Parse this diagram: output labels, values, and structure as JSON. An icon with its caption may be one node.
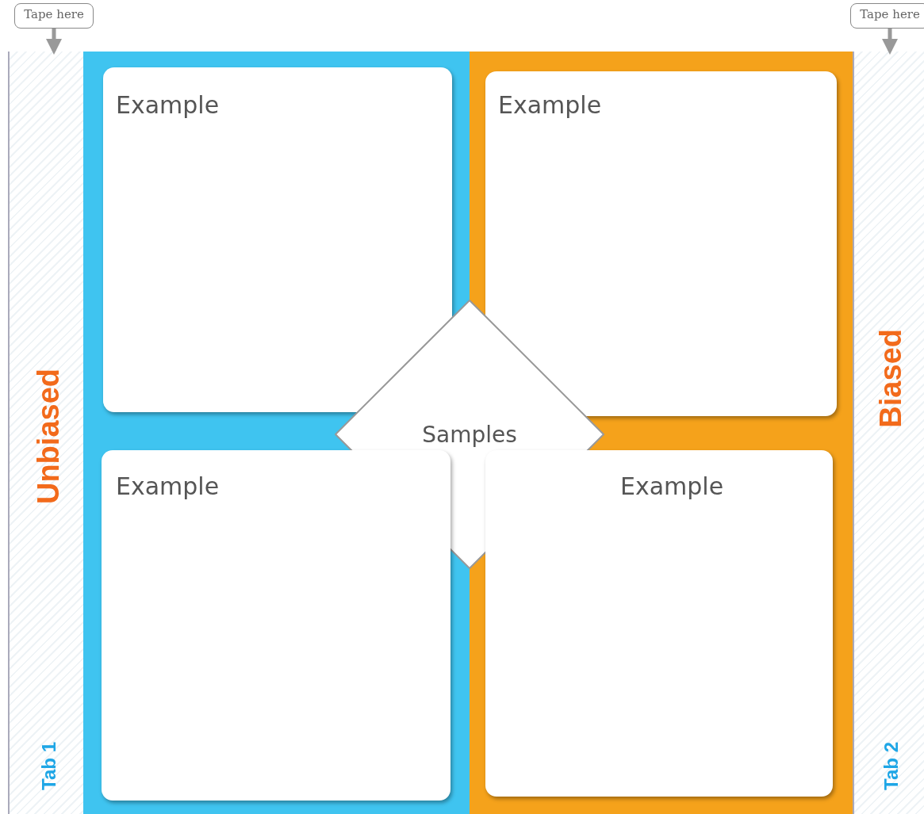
{
  "diagram": {
    "nodes": [
      {
        "text": [
          "Tape here"
        ]
      },
      {
        "text": [
          "Tape here"
        ]
      },
      {
        "text": [
          "Unbiased",
          "Tab 1"
        ]
      },
      {
        "text": [
          "Example"
        ]
      },
      {
        "text": [
          "Example"
        ]
      },
      {
        "text": [
          "Samples"
        ]
      },
      {
        "text": [
          "Example"
        ]
      },
      {
        "text": [
          "Example"
        ]
      },
      {
        "text": [
          "Biased",
          "Tab 2"
        ]
      }
    ],
    "edges": [
      {
        "from": 0,
        "to": 2,
        "arrow": "to"
      },
      {
        "from": 1,
        "to": 8,
        "arrow": "to"
      }
    ]
  }
}
